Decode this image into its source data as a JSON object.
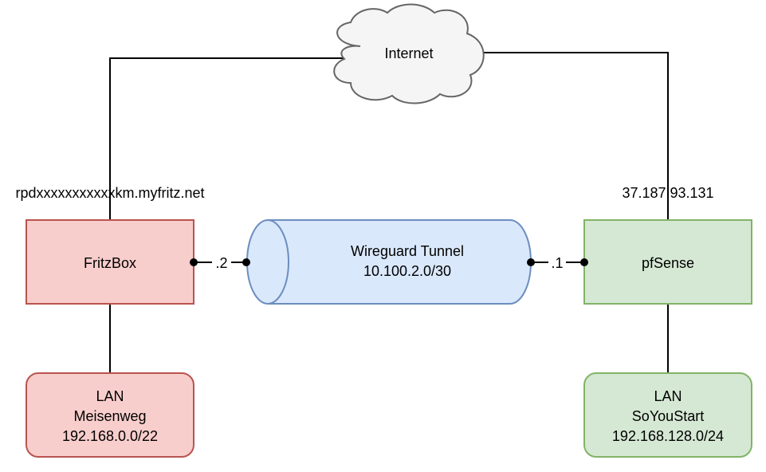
{
  "cloud": {
    "label": "Internet"
  },
  "fritz": {
    "router_label": "FritzBox",
    "hostname": "rpdxxxxxxxxxxxkm.myfritz.net",
    "tunnel_addr": ".2",
    "lan": {
      "line1": "LAN",
      "line2": "Meisenweg",
      "line3": "192.168.0.0/22"
    }
  },
  "pfsense": {
    "router_label": "pfSense",
    "ip": "37.187.93.131",
    "tunnel_addr": ".1",
    "lan": {
      "line1": "LAN",
      "line2": "SoYouStart",
      "line3": "192.168.128.0/24"
    }
  },
  "tunnel": {
    "name": "Wireguard Tunnel",
    "subnet": "10.100.2.0/30"
  },
  "colors": {
    "red_fill": "#f8cecc",
    "red_stroke": "#b85450",
    "green_fill": "#d5e8d4",
    "green_stroke": "#82b366",
    "blue_fill": "#dae8fc",
    "blue_stroke": "#6c8ebf",
    "cloud_fill": "#f5f5f5",
    "cloud_stroke": "#666666"
  }
}
